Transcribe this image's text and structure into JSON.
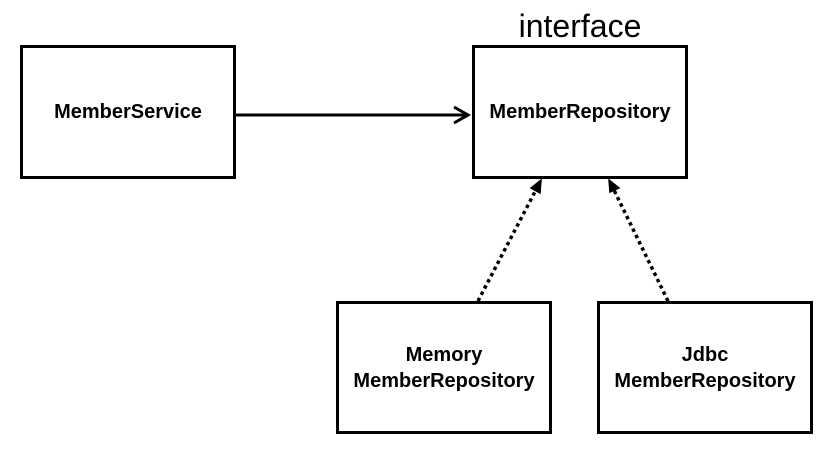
{
  "diagram": {
    "stereotype": "interface",
    "nodes": {
      "member_service": {
        "label": "MemberService"
      },
      "member_repository": {
        "label": "MemberRepository"
      },
      "memory_member_repository": {
        "line1": "Memory",
        "line2": "MemberRepository"
      },
      "jdbc_member_repository": {
        "line1": "Jdbc",
        "line2": "MemberRepository"
      }
    },
    "edges": [
      {
        "from": "MemberService",
        "to": "MemberRepository",
        "style": "solid"
      },
      {
        "from": "Memory MemberRepository",
        "to": "MemberRepository",
        "style": "dotted"
      },
      {
        "from": "Jdbc MemberRepository",
        "to": "MemberRepository",
        "style": "dotted"
      }
    ],
    "colors": {
      "stroke": "#000000",
      "background": "#ffffff"
    }
  }
}
